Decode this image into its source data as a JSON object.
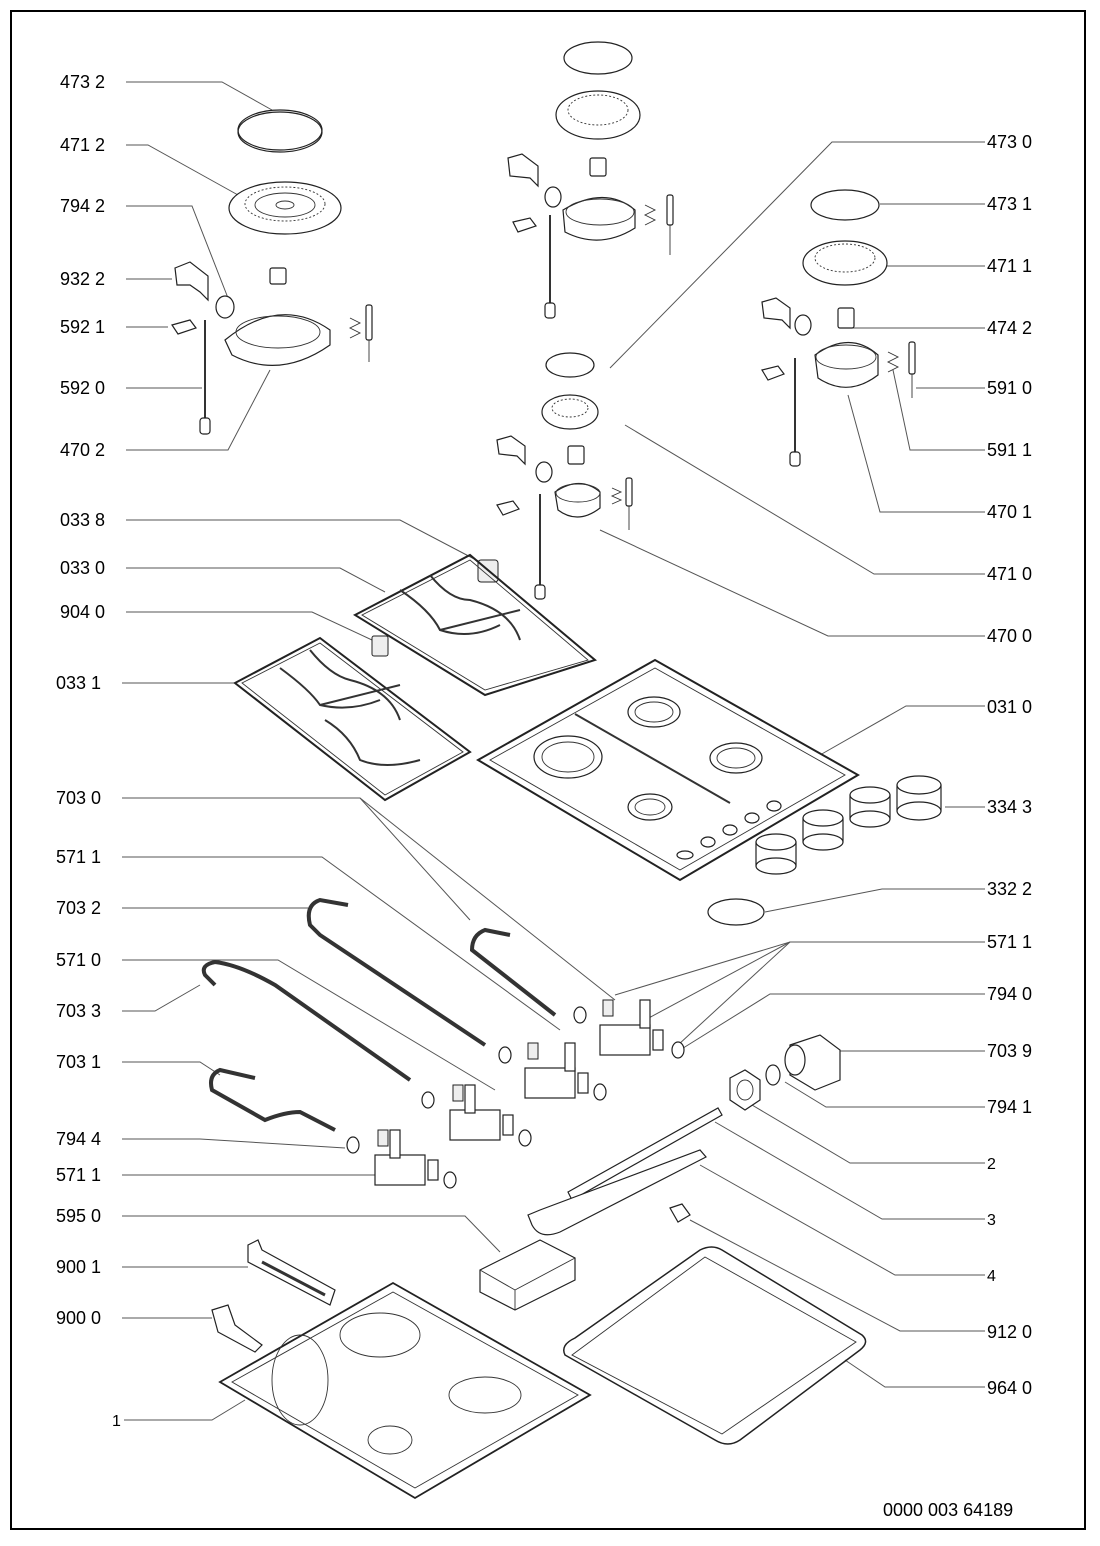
{
  "document": {
    "type": "exploded parts diagram",
    "subject": "Gas cooktop (4 burners) with valves, grates, knobs and base tray",
    "drawing_number": "0000 003 64189"
  },
  "colors": {
    "line": "#222222",
    "background": "#ffffff",
    "frame": "#000000"
  },
  "labels_left": [
    {
      "id": "473-2-left",
      "text": "473 2"
    },
    {
      "id": "471-2",
      "text": "471 2"
    },
    {
      "id": "794-2",
      "text": "794 2"
    },
    {
      "id": "932-2",
      "text": "932 2"
    },
    {
      "id": "592-1",
      "text": "592 1"
    },
    {
      "id": "592-0",
      "text": "592 0"
    },
    {
      "id": "470-2",
      "text": "470 2"
    },
    {
      "id": "033-8",
      "text": "033 8"
    },
    {
      "id": "033-0",
      "text": "033 0"
    },
    {
      "id": "904-0",
      "text": "904 0"
    },
    {
      "id": "033-1",
      "text": "033 1"
    },
    {
      "id": "703-0",
      "text": "703 0"
    },
    {
      "id": "571-1-a",
      "text": "571 1"
    },
    {
      "id": "703-2",
      "text": "703 2"
    },
    {
      "id": "571-0",
      "text": "571 0"
    },
    {
      "id": "703-3",
      "text": "703 3"
    },
    {
      "id": "703-1",
      "text": "703 1"
    },
    {
      "id": "794-4",
      "text": "794 4"
    },
    {
      "id": "571-1-b",
      "text": "571 1"
    },
    {
      "id": "595-0",
      "text": "595 0"
    },
    {
      "id": "900-1",
      "text": "900 1"
    },
    {
      "id": "900-0",
      "text": "900 0"
    },
    {
      "id": "1",
      "text": "1"
    }
  ],
  "labels_right": [
    {
      "id": "473-0",
      "text": "473 0"
    },
    {
      "id": "473-1",
      "text": "473 1"
    },
    {
      "id": "471-1",
      "text": "471 1"
    },
    {
      "id": "474-2",
      "text": "474 2"
    },
    {
      "id": "591-0",
      "text": "591 0"
    },
    {
      "id": "591-1",
      "text": "591 1"
    },
    {
      "id": "470-1",
      "text": "470 1"
    },
    {
      "id": "471-0",
      "text": "471 0"
    },
    {
      "id": "470-0",
      "text": "470 0"
    },
    {
      "id": "031-0",
      "text": "031 0"
    },
    {
      "id": "334-3",
      "text": "334 3"
    },
    {
      "id": "332-2",
      "text": "332 2"
    },
    {
      "id": "571-1-c",
      "text": "571 1"
    },
    {
      "id": "794-0",
      "text": "794 0"
    },
    {
      "id": "703-9",
      "text": "703 9"
    },
    {
      "id": "794-1",
      "text": "794 1"
    },
    {
      "id": "2",
      "text": "2"
    },
    {
      "id": "3",
      "text": "3"
    },
    {
      "id": "4",
      "text": "4"
    },
    {
      "id": "912-0",
      "text": "912 0"
    },
    {
      "id": "964-0",
      "text": "964 0"
    }
  ]
}
